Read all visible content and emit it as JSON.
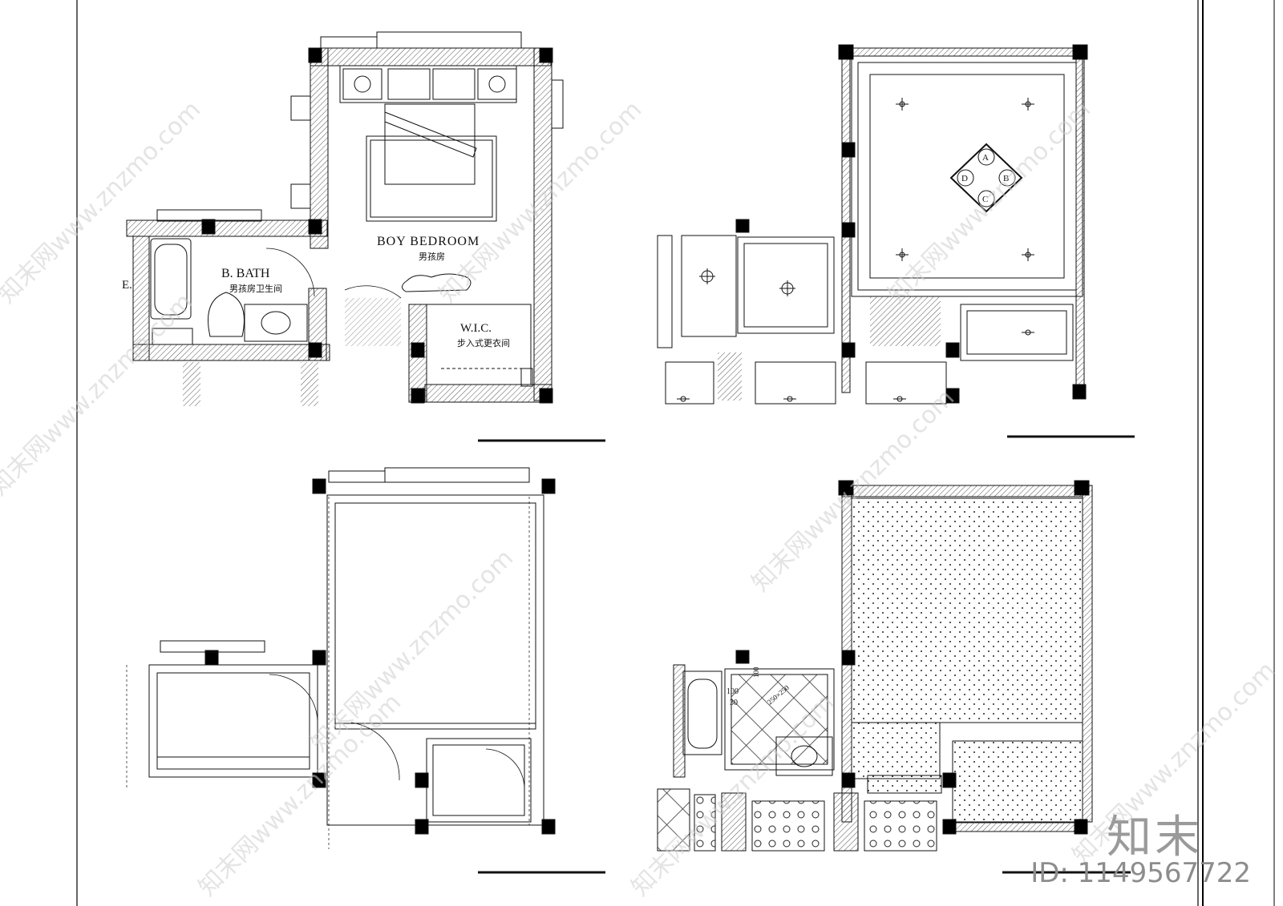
{
  "plan_labels": {
    "room_main": "BOY BEDROOM",
    "room_main_cn": "男孩房",
    "room_bath": "B. BATH",
    "room_bath_cn": "男孩房卫生间",
    "room_wic": "W.I.C.",
    "room_wic_cn": "步入式更衣间",
    "room_edge": "E.",
    "lamp_a": "A",
    "lamp_b": "B",
    "lamp_c": "C",
    "lamp_d": "D",
    "dim_100": "100",
    "dim_30": "30",
    "dim_tile": "250×250",
    "dim_side": "100"
  },
  "watermark": {
    "text": "知末网www.znzmo.com"
  },
  "brand": {
    "name": "知末",
    "id": "ID: 1149567722"
  }
}
